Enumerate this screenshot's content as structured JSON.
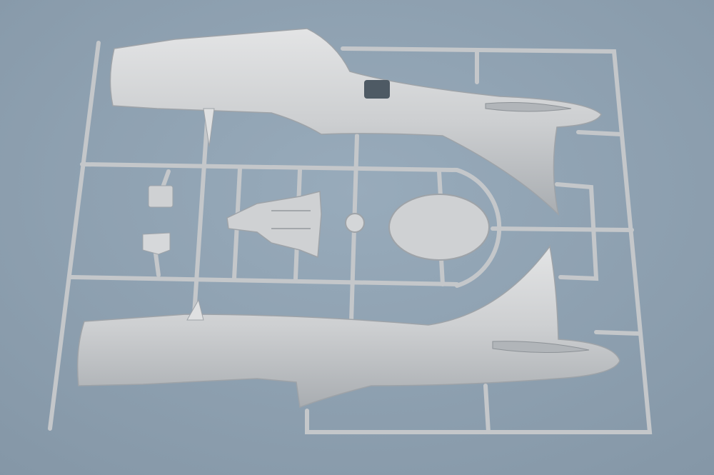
{
  "colors": {
    "background": "#8fa2b2",
    "plastic": "#c9cbcd",
    "plastic_shadow": "#a9adb1",
    "plastic_highlight": "#e2e3e4"
  },
  "parts": [
    {
      "name": "upper-fuselage-half"
    },
    {
      "name": "lower-fuselage-half"
    },
    {
      "name": "cockpit-floor"
    },
    {
      "name": "oval-bulkhead"
    },
    {
      "name": "small-square-part"
    },
    {
      "name": "small-seat-part"
    },
    {
      "name": "round-knob-part"
    }
  ]
}
